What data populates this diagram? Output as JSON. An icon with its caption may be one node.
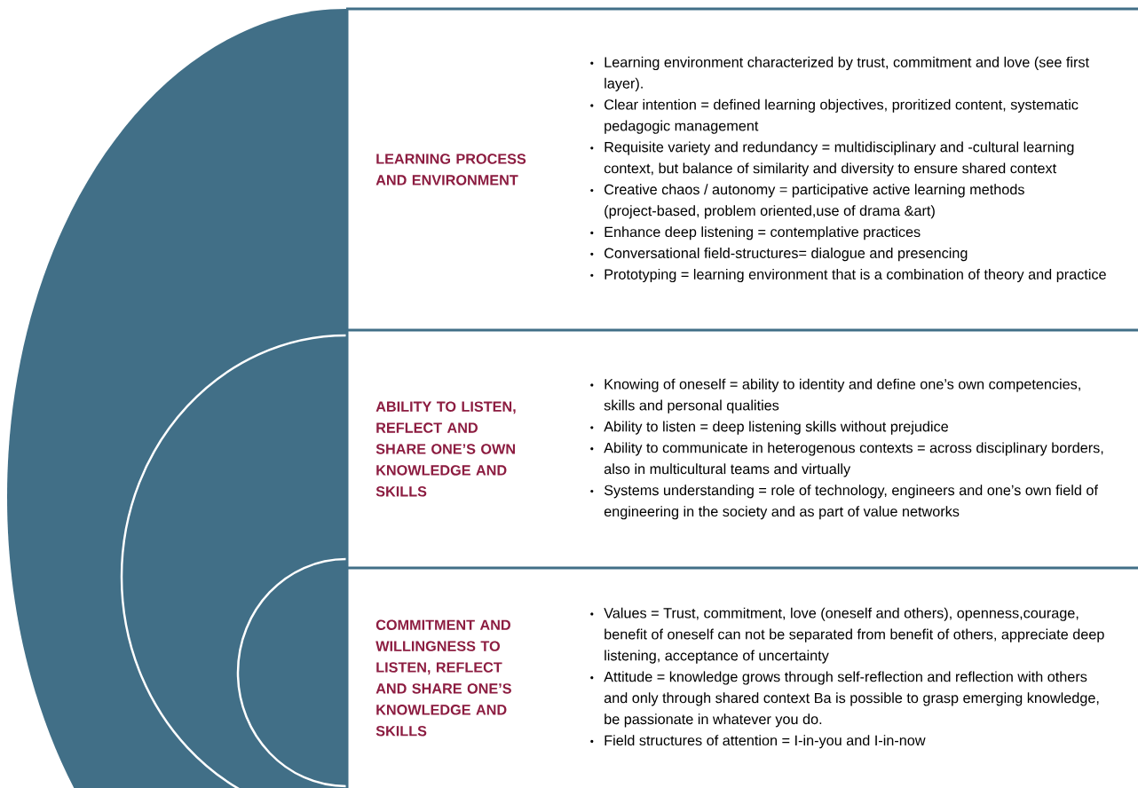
{
  "diagram": {
    "nodes": [
      {
        "text": [
          "LEARNING PROCESS AND ENVIRONMENT",
          "Learning environment characterized by  trust, commitment and love (see first layer).",
          "Clear intention = defined learning objectives, proritized content, systematic pedagogic management",
          "Requisite variety and redundancy = multidisciplinary and -cultural learning context, but balance of similarity and diversity to ensure shared context",
          "Creative chaos / autonomy = participative active learning methods (project-based, problem oriented,use of drama &art)",
          "Enhance deep listening = contemplative practices",
          "Conversational field-structures= dialogue and presencing",
          "Prototyping = learning environment that is a combination of theory and practice"
        ]
      },
      {
        "text": [
          "ABILITY TO LISTEN, REFLECT AND SHARE ONE’S OWN KNOWLEDGE AND SKILLS",
          "Knowing of oneself = ability to identity and define one’s own competencies, skills and personal qualities",
          "Ability to listen = deep listening skills without prejudice",
          "Ability to communicate in heterogenous contexts = across disciplinary borders, also in multicultural teams and virtually",
          "Systems understanding = role of technology, engineers and one’s own field of engineering in the society and as part of  value networks"
        ]
      },
      {
        "text": [
          "COMMITMENT AND WILLINGNESS TO LISTEN, REFLECT AND SHARE ONE’S KNOWLEDGE AND SKILLS",
          "Values = Trust, commitment, love (oneself and others), openness,courage, benefit of oneself can not be separated from benefit of others, appreciate deep listening, acceptance of uncertainty",
          "Attitude = knowledge grows through self-reflection and reflection with others and only through shared context Ba is possible to grasp emerging knowledge, be passionate in whatever you do.",
          "Field structures of attention = I-in-you and I-in-now"
        ]
      }
    ]
  }
}
